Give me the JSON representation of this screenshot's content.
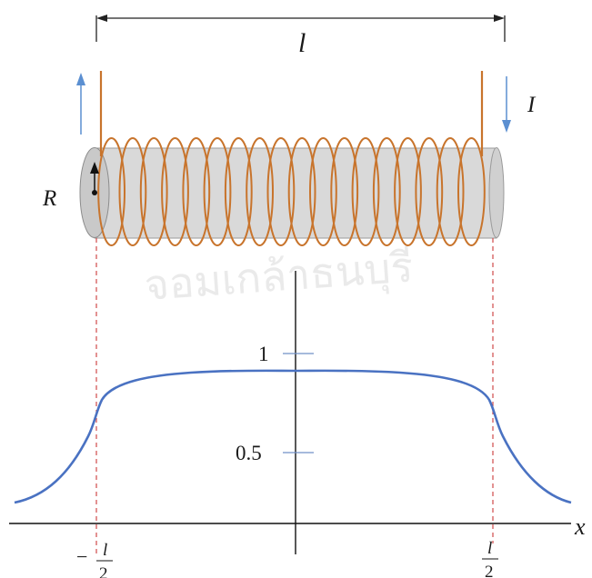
{
  "solenoid": {
    "length_label": "l",
    "current_label": "I",
    "radius_label": "R"
  },
  "graph": {
    "axis_label_x": "x",
    "tick_1_label": "1",
    "tick_05_label": "0.5",
    "left_edge_label": {
      "sign": "−",
      "numerator": "l",
      "denominator": "2"
    },
    "right_edge_label": {
      "numerator": "l",
      "denominator": "2"
    }
  },
  "watermark": {
    "text": "จอมเกล้าธนบุรี"
  },
  "colors": {
    "coil": "#c8742c",
    "current_arrow": "#5b8fd1",
    "curve": "#4a72c2",
    "dashed_guides": "#d04a4a",
    "tick_marks": "#7090c8",
    "cylinder_fill": "#d9d9d9",
    "cylinder_stroke": "#9a9a9a"
  }
}
